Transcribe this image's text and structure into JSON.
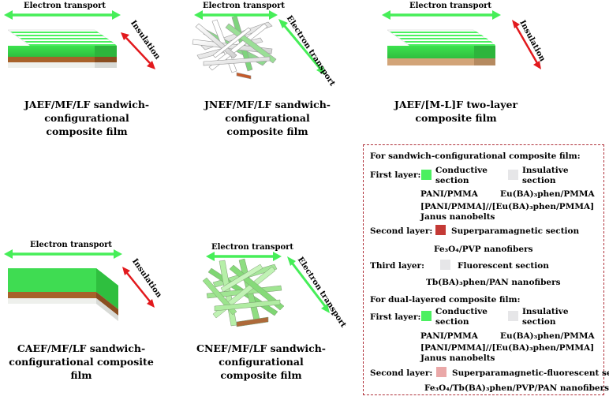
{
  "panels": {
    "jaef_mf_lf": {
      "electron_label": "Electron transport",
      "insulation_label": "Insulation",
      "caption": [
        "JAEF/MF/LF sandwich-",
        "configurational composite film"
      ]
    },
    "jnef_mf_lf": {
      "electron_label_top": "Electron transport",
      "electron_label_diag": "Electron transport",
      "caption": [
        "JNEF/MF/LF sandwich-configurational",
        "composite film"
      ]
    },
    "jaef_ml_f": {
      "electron_label": "Electron transport",
      "insulation_label": "Insulation",
      "caption": [
        "JAEF/[M-L]F two-layer",
        "composite film"
      ]
    },
    "caef_mf_lf": {
      "electron_label": "Electron transport",
      "insulation_label": "Insulation",
      "caption": [
        "CAEF/MF/LF sandwich-",
        "configurational composite film"
      ]
    },
    "cnef_mf_lf": {
      "electron_label_top": "Electron transport",
      "electron_label_diag": "Electron transport",
      "caption": [
        "CNEF/MF/LF sandwich-configurational",
        "composite film"
      ]
    }
  },
  "legend": {
    "sandwich_heading": "For sandwich-configurational composite film:",
    "first_layer_label": "First layer:",
    "conductive_label": [
      "Conductive",
      "section"
    ],
    "insulative_label": [
      "Insulative",
      "section"
    ],
    "pani_pmma": "PANI/PMMA",
    "eu_pmma": "Eu(BA)₃phen/PMMA",
    "janus_line1": "[PANI/PMMA]//[Eu(BA)₃phen/PMMA]",
    "janus_line2": "Janus nanobelts",
    "second_layer_label": "Second layer:",
    "superparamagnetic_label": "Superparamagnetic section",
    "fe3o4_pvp": "Fe₃O₄/PVP nanofibers",
    "third_layer_label": "Third  layer:",
    "fluorescent_label": "Fluorescent  section",
    "tb_pan": "Tb(BA)₃phen/PAN  nanofibers",
    "dual_heading": "For dual-layered  composite film:",
    "dual_first_layer_label": "First layer:",
    "dual_conductive_label": [
      "Conductive",
      "section"
    ],
    "dual_insulative_label": [
      "Insulative",
      "section"
    ],
    "dual_pani_pmma": "PANI/PMMA",
    "dual_eu_pmma": "Eu(BA)₃phen/PMMA",
    "dual_janus_line1": "[PANI/PMMA]//[Eu(BA)₃phen/PMMA]",
    "dual_janus_line2": "Janus nanobelts",
    "dual_second_layer_label": "Second  layer:",
    "spmf_label": "Superparamagnetic-fluorescent section",
    "fe3o4_tb_pvp_pan": "Fe₃O₄/Tb(BA)₃phen/PVP/PAN  nanofibers"
  },
  "colors": {
    "green_arrow": "#46ee58",
    "red_arrow": "#e2191d",
    "conductive_green": "#4bf060",
    "insulative_white": "#f0f0f2",
    "magnetic_brown": "#a8622a",
    "ml_layer_tan": "#d2a478",
    "legend_border": "#b0303a"
  }
}
